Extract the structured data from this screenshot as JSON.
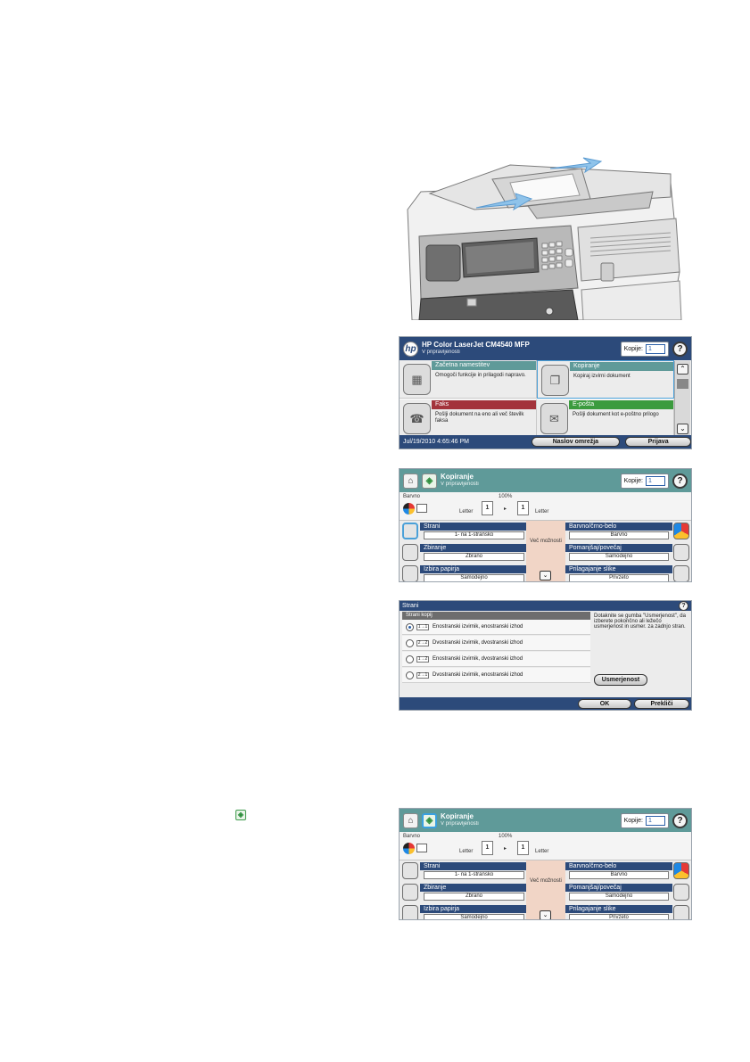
{
  "inline_start_icon": "start-icon",
  "home_screen": {
    "title": "HP Color LaserJet CM4540 MFP",
    "status": "V pripravljenosti",
    "copies_label": "Kopije:",
    "copies_value": "1",
    "tiles": [
      {
        "title": "Začetna namestitev",
        "desc": "Omogoči funkcije in prilagodi napravo.",
        "color": "#5f9a99",
        "icon": "setup-icon"
      },
      {
        "title": "Kopiranje",
        "desc": "Kopiraj izvirni dokument",
        "color": "#5f9a99",
        "icon": "copy-icon"
      },
      {
        "title": "Faks",
        "desc": "Pošlji dokument na eno ali več številk faksa",
        "color": "#a3333b",
        "icon": "fax-icon"
      },
      {
        "title": "E-pošta",
        "desc": "Pošlji dokument kot e-poštno prilogo",
        "color": "#3b9b3e",
        "icon": "email-icon"
      }
    ],
    "datetime": "Jul/19/2010 4:65:46 PM",
    "network_button": "Naslov omrežja",
    "signin_button": "Prijava"
  },
  "copy_screen": {
    "title": "Kopiranje",
    "status": "V pripravljenosti",
    "copies_label": "Kopije:",
    "copies_value": "1",
    "color_mode": "Barvno",
    "zoom": "100%",
    "source_paper": "Letter",
    "source_tray": "1",
    "dest_tray": "1",
    "dest_paper": "Letter",
    "more_label": "Več možnosti",
    "left_options": [
      {
        "label": "Strani",
        "value": "1- na 1-stransko"
      },
      {
        "label": "Zbiranje",
        "value": "Zbrano"
      },
      {
        "label": "Izbira papirja",
        "value": "Samodejno"
      }
    ],
    "right_options": [
      {
        "label": "Barvno/črno-belo",
        "value": "Barvno"
      },
      {
        "label": "Pomanjšaj/povečaj",
        "value": "Samodejno"
      },
      {
        "label": "Prilagajanje slike",
        "value": "Privzeto"
      }
    ]
  },
  "sides_dialog": {
    "title": "Strani",
    "group_header": "Strani kopij",
    "options": [
      {
        "label": "Enostranski izvirnik, enostranski izhod",
        "icon": "1→1",
        "selected": true
      },
      {
        "label": "Dvostranski izvirnik, dvostranski izhod",
        "icon": "2→2",
        "selected": false
      },
      {
        "label": "Enostranski izvirnik, dvostranski izhod",
        "icon": "1→2",
        "selected": false
      },
      {
        "label": "Dvostranski izvirnik, enostranski izhod",
        "icon": "2→1",
        "selected": false
      }
    ],
    "help_text": "Dotaknite se gumba \"Usmerjenost\", da izberete pokončno ali ležečo usmerjenost in usmer. za zadnjo stran.",
    "orientation_button": "Usmerjenost",
    "ok_button": "OK",
    "cancel_button": "Prekliči"
  }
}
